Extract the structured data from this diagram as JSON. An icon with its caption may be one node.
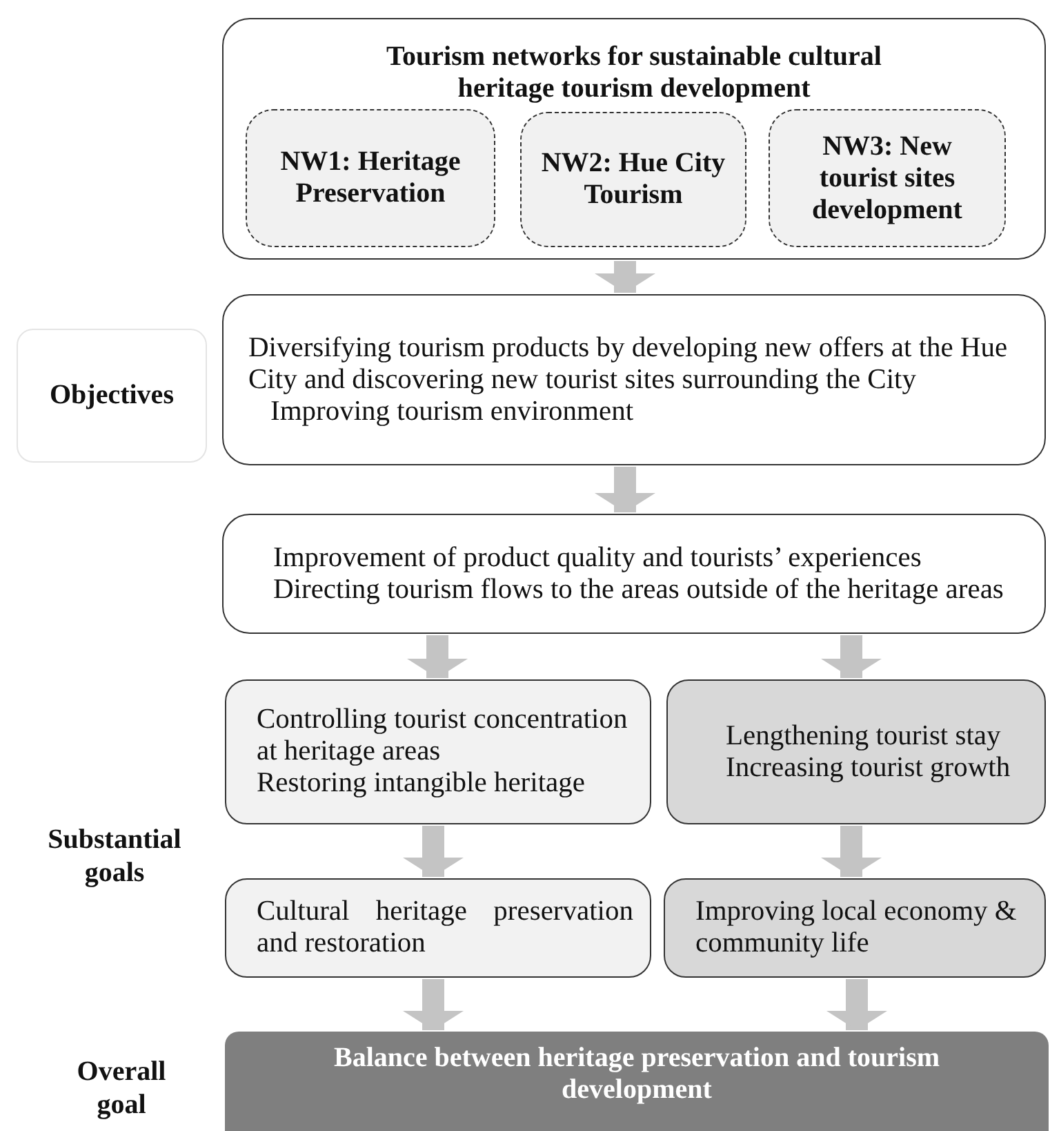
{
  "diagram": {
    "nodes": [
      {
        "text": [
          "Tourism networks for sustainable cultural heritage tourism development"
        ]
      },
      {
        "text": [
          "NW1: Heritage Preservation"
        ],
        "in": 0
      },
      {
        "text": [
          "NW2: Hue City Tourism"
        ],
        "in": 0
      },
      {
        "text": [
          "NW3: New tourist sites development"
        ],
        "in": 0
      },
      {
        "text": [
          "Objectives"
        ]
      },
      {
        "text": [
          "Diversifying tourism products by developing new offers at the Hue City and discovering new tourist sites surrounding the City",
          "Improving tourism environment"
        ]
      },
      {
        "text": [
          "Improvement of product quality and tourists’ experiences",
          "Directing tourism flows to the areas outside of the heritage areas"
        ]
      },
      {
        "text": [
          "Controlling tourist concentration at heritage areas",
          "Restoring intangible heritage"
        ]
      },
      {
        "text": [
          "Lengthening tourist stay",
          "Increasing tourist growth"
        ]
      },
      {
        "text": [
          "Cultural heritage preservation and restoration"
        ]
      },
      {
        "text": [
          "Improving local economy & community life"
        ]
      },
      {
        "text": [
          "Balance between heritage preservation and tourism development"
        ]
      }
    ],
    "edges": [
      {
        "from": 0,
        "to": 5,
        "arrow": "to"
      },
      {
        "from": 5,
        "to": 6,
        "arrow": "to"
      },
      {
        "from": 6,
        "to": 7,
        "arrow": "to"
      },
      {
        "from": 6,
        "to": 8,
        "arrow": "to"
      },
      {
        "from": 7,
        "to": 9,
        "arrow": "to"
      },
      {
        "from": 8,
        "to": 10,
        "arrow": "to"
      },
      {
        "from": 9,
        "to": 11,
        "arrow": "to"
      },
      {
        "from": 10,
        "to": 11,
        "arrow": "to"
      }
    ],
    "labels": [
      "Substantial goals",
      "Overall goal"
    ]
  }
}
